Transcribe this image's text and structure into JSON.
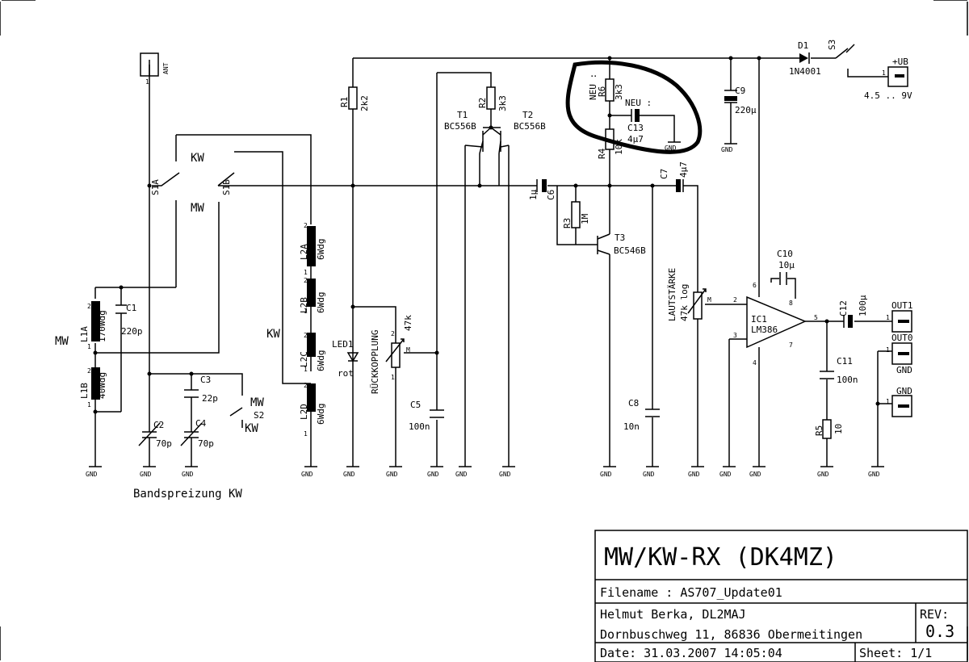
{
  "title_block": {
    "title": "MW/KW-RX (DK4MZ)",
    "filename": "Filename : AS707_Update01",
    "author": "Helmut Berka, DL2MAJ",
    "address": "Dornbuschweg 11, 86836 Obermeitingen",
    "rev_label": "REV:",
    "rev_value": "0.3",
    "date": "Date: 31.03.2007 14:05:04",
    "sheet": "Sheet: 1/1"
  },
  "labels": {
    "ant": "ANT",
    "s1a": "S1A",
    "s1b": "S1B",
    "kw_top": "KW",
    "mw_top": "MW",
    "mw_left": "MW",
    "kw_mid": "KW",
    "l1a": "L1A",
    "l1a_val": "170Wdg",
    "l1b": "L1B",
    "l1b_val": "40Wdg",
    "c1": "C1",
    "c1_val": "220p",
    "c2": "C2",
    "c2_val": "70p",
    "c3": "C3",
    "c3_val": "22p",
    "c4": "C4",
    "c4_val": "70p",
    "s2": "S2",
    "s2_mw": "MW",
    "s2_kw": "KW",
    "bandspreizung": "Bandspreizung KW",
    "l2a": "L2A",
    "l2b": "L2B",
    "l2c": "L2C",
    "l2d": "L2D",
    "l2_val": "6Wdg",
    "r1": "R1",
    "r1_val": "2k2",
    "led1": "LED1",
    "led_color": "rot",
    "rueck": "RÜCKKOPPLUNG",
    "pot_val": "47k",
    "c5": "C5",
    "c5_val": "100n",
    "r2": "R2",
    "r2_val": "3k3",
    "t1": "T1",
    "t1_val": "BC556B",
    "t2": "T2",
    "t2_val": "BC556B",
    "c6": "C6",
    "c6_val": "1µ",
    "neu1": "NEU :",
    "neu2": "NEU :",
    "r6": "R6",
    "r6_val": "3k3",
    "c13": "C13",
    "c13_val": "4µ7",
    "r4": "R4",
    "r4_val": "10k",
    "r3": "R3",
    "r3_val": "1M",
    "t3": "T3",
    "t3_val": "BC546B",
    "c7": "C7",
    "c7_val": "4µ7",
    "c8": "C8",
    "c8_val": "10n",
    "laut": "LAUTSTÄRKE",
    "laut_val": "47k log",
    "ic1": "IC1",
    "ic1_val": "LM386",
    "c9": "C9",
    "c9_val": "220µ",
    "c10": "C10",
    "c10_val": "10µ",
    "c11": "C11",
    "c11_val": "100n",
    "c12": "C12",
    "c12_val": "100µ",
    "r5": "R5",
    "r5_val": "10",
    "d1": "D1",
    "d1_val": "1N4001",
    "s3": "S3",
    "ub": "+UB",
    "ub_range": "4.5 .. 9V",
    "out1": "OUT1",
    "out0": "OUT0",
    "gnd": "GND"
  }
}
